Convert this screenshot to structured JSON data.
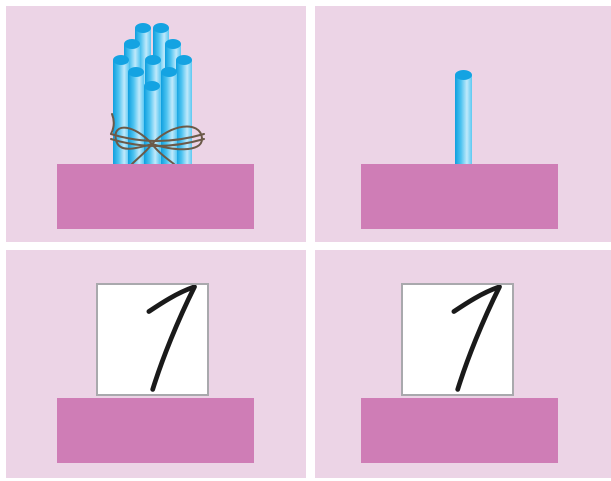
{
  "cards": [
    {
      "id": "bundle-of-ten-sticks",
      "stick_count": 10,
      "tied": true
    },
    {
      "id": "single-stick",
      "stick_count": 1
    },
    {
      "id": "digit-card-left",
      "digit": "1"
    },
    {
      "id": "digit-card-right",
      "digit": "1"
    }
  ],
  "colors": {
    "card_background": "#ecd4e6",
    "base_block": "#cf7db6",
    "stick": "#35b8ea",
    "stick_top": "#14a3e2",
    "twine": "#6b5a49",
    "digit_ink": "#1a1a1a",
    "digit_box_border": "#a9a9ad"
  }
}
